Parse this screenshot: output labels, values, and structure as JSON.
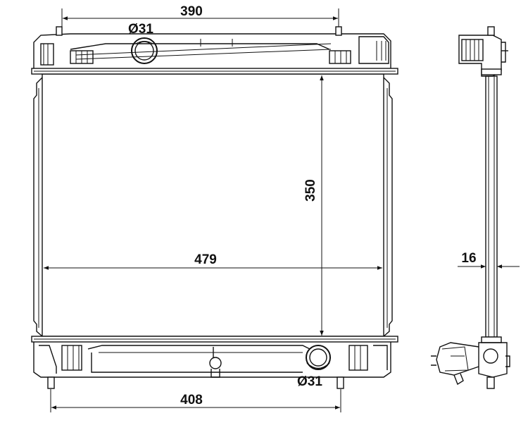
{
  "dimensions": {
    "top_width": "390",
    "top_inlet": "Ø31",
    "core_height": "350",
    "core_width": "479",
    "bottom_outlet": "Ø31",
    "bottom_width": "408",
    "side_thickness": "16"
  }
}
